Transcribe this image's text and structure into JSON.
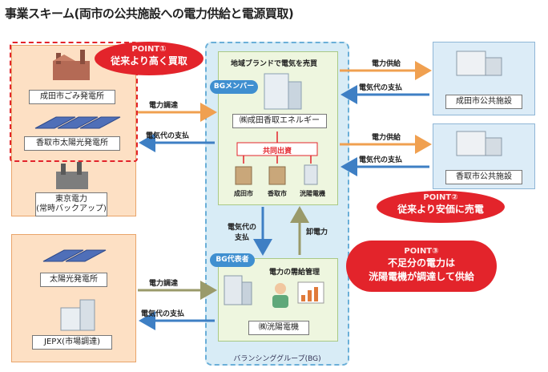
{
  "title": "事業スキーム(両市の公共施設への電力供給と電源買取)",
  "left_top": {
    "point_label": "POINT①",
    "point_text": "従来より高く買取",
    "items": [
      "成田市ごみ発電所",
      "香取市太陽光発電所"
    ]
  },
  "left_tokyo": "東京電力\n(常時バックアップ)",
  "left_bottom": {
    "items": [
      "太陽光発電所",
      "JEPX(市場調達)"
    ]
  },
  "center_top": {
    "heading": "地域ブランドで電気を売買",
    "tag": "BGメンバー",
    "company": "㈱成田香取エネルギー",
    "joint_label": "共同出資",
    "investors": [
      "成田市",
      "香取市",
      "洸陽電機"
    ]
  },
  "center_bottom": {
    "tag": "BG代表者",
    "heading": "電力の需給管理",
    "company": "㈱洸陽電機"
  },
  "bg_label": "バランシンググループ(BG)",
  "arrows": {
    "procure_top": "電力調達",
    "pay_top": "電気代の支払",
    "pay_vertical": "電気代の\n支払",
    "wholesale": "卸電力",
    "procure_bottom": "電力調達",
    "pay_bottom": "電気代の支払",
    "supply_1": "電力供給",
    "pay_right_1": "電気代の支払",
    "supply_2": "電力供給",
    "pay_right_2": "電気代の支払"
  },
  "right": {
    "items": [
      "成田市公共施設",
      "香取市公共施設"
    ]
  },
  "point2": {
    "label": "POINT②",
    "text": "従来より安価に売電"
  },
  "point3": {
    "label": "POINT③",
    "line1": "不足分の電力は",
    "line2": "洸陽電機が調達して供給"
  },
  "colors": {
    "orange_arrow": "#f0a050",
    "blue_arrow": "#3e7fc4",
    "point_red": "#e3242b"
  }
}
